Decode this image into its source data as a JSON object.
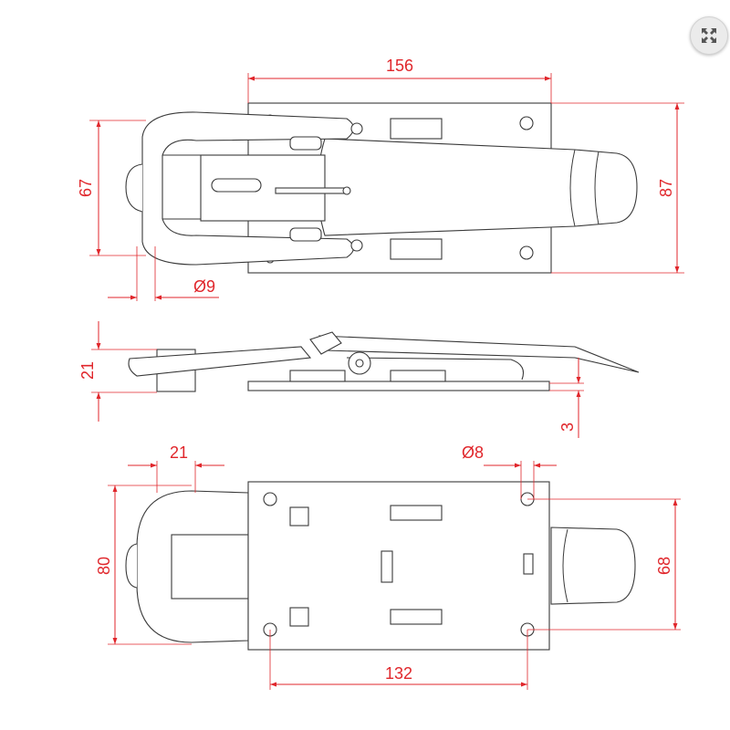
{
  "dimensions": {
    "top_width": "156",
    "top_height_left": "67",
    "top_height_right": "87",
    "top_pin_dia": "Ø9",
    "side_height": "21",
    "side_base": "3",
    "bottom_offset": "21",
    "bottom_hole_dia": "Ø8",
    "bottom_height_left": "80",
    "bottom_hole_spacing_v": "68",
    "bottom_hole_spacing_h": "132"
  },
  "colors": {
    "dimension": "#e0262b",
    "part": "#3a3a3a"
  },
  "icons": {
    "expand": "expand-icon"
  }
}
